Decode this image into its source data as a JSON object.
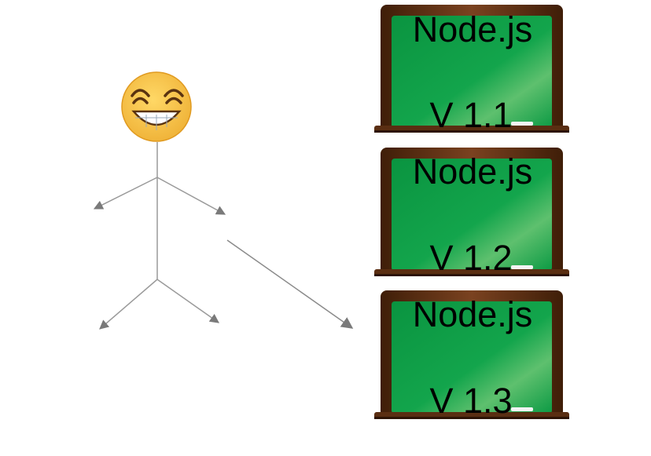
{
  "boards": [
    {
      "title": "Node.js",
      "version": "V 1.1"
    },
    {
      "title": "Node.js",
      "version": "V 1.2"
    },
    {
      "title": "Node.js",
      "version": "V 1.3"
    }
  ],
  "colors": {
    "chalkboard_green": "#0a9a45",
    "wood_frame": "#5a2e12",
    "stick_line": "#9a9a9a",
    "arrow": "#7a7a7a",
    "emoji_face": "#f6c540"
  },
  "icons": {
    "person": "grinning-stick-figure",
    "board": "chalkboard"
  }
}
